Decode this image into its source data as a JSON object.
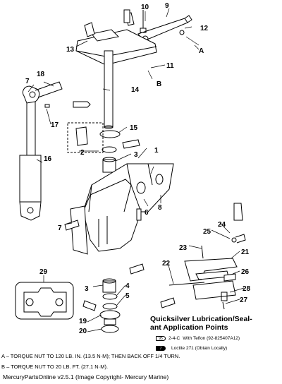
{
  "callouts": [
    "1",
    "2",
    "3",
    "4",
    "5",
    "6",
    "7",
    "8",
    "9",
    "10",
    "11",
    "12",
    "13",
    "14",
    "15",
    "16",
    "17",
    "18",
    "19",
    "20",
    "21",
    "22",
    "23",
    "24",
    "25",
    "26",
    "27",
    "28",
    "29",
    "A",
    "B"
  ],
  "lubrication": {
    "title_line1": "Quicksilver Lubrication/Seal-",
    "title_line2": "ant Application Points",
    "items": [
      {
        "icon": "95",
        "code": "2-4-C",
        "text": "With Teflon (92-825407A12)"
      },
      {
        "icon": "7",
        "code": "",
        "text": "Loctite 271 (Obtain Locally)"
      }
    ]
  },
  "torque_notes": [
    {
      "letter": "A",
      "text": "– TORQUE NUT TO 120 LB. IN. (13.5 N·M); THEN BACK OFF 1/4 TURN."
    },
    {
      "letter": "B",
      "text": "– TORQUE NUT TO 20 LB. FT. (27.1 N·M)."
    }
  ],
  "footer": "MercuryPartsOnline v2.5.1 (Image Copyright- Mercury Marine)"
}
